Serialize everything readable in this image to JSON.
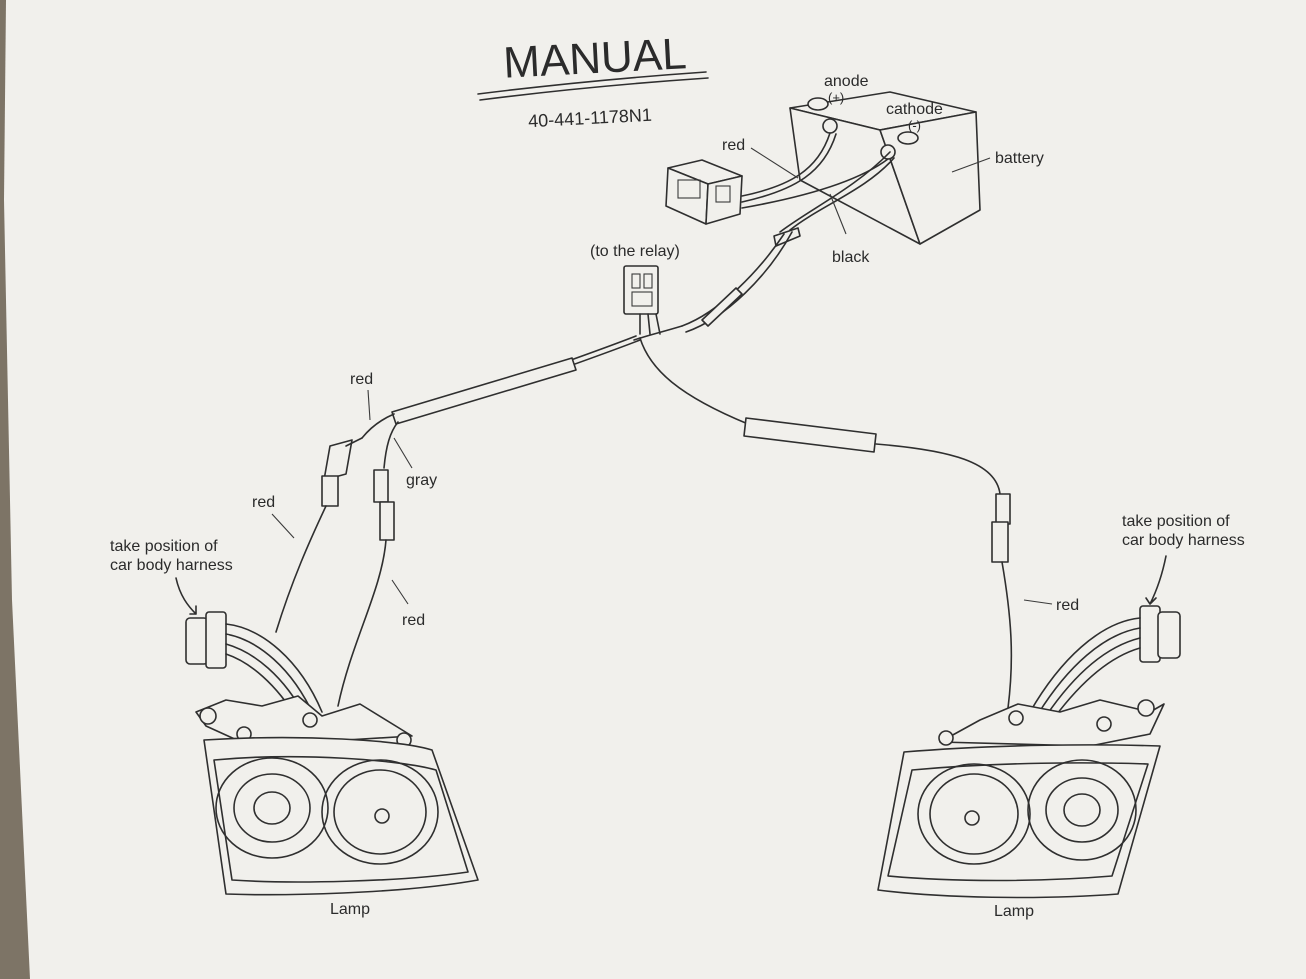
{
  "document": {
    "title": "MANUAL",
    "part_number": "40-441-1178N1"
  },
  "battery": {
    "label": "battery",
    "anode_label": "anode",
    "anode_symbol": "(+)",
    "cathode_label": "cathode",
    "cathode_symbol": "(-)"
  },
  "wires": {
    "battery_red": "red",
    "battery_black": "black",
    "relay": "(to the relay)",
    "left_red_top": "red",
    "left_gray": "gray",
    "left_red_mid": "red",
    "left_red_low": "red",
    "right_red": "red"
  },
  "harness": {
    "left_line1": "take position of",
    "left_line2": "car body harness",
    "right_line1": "take position of",
    "right_line2": "car body harness"
  },
  "lamps": {
    "left": "Lamp",
    "right": "Lamp"
  },
  "colors": {
    "background": "#7d7466",
    "paper": "#f1f0ec",
    "ink": "#2f2f2f"
  }
}
